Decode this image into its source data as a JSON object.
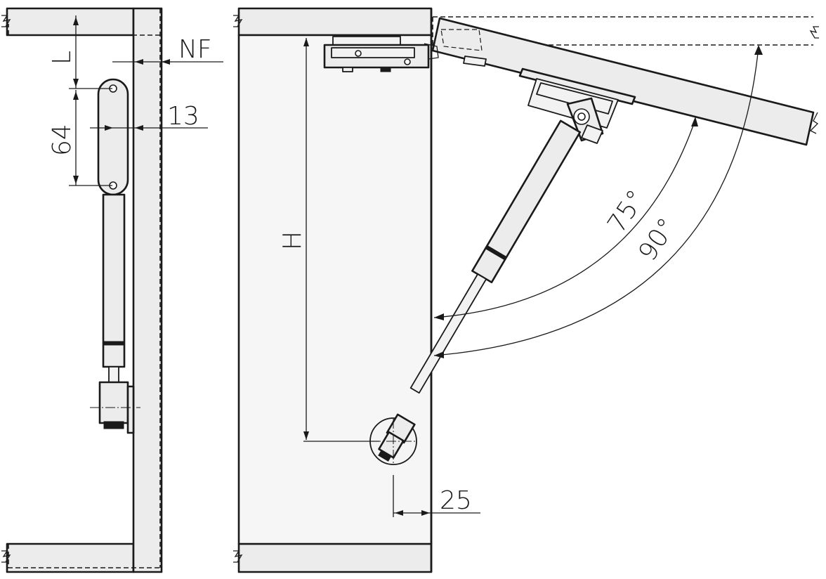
{
  "dimensions": {
    "L": "L",
    "NF": "NF",
    "d13": "13",
    "d64": "64",
    "H": "H",
    "d25": "25",
    "angle75": "75°",
    "angle90": "90°"
  }
}
